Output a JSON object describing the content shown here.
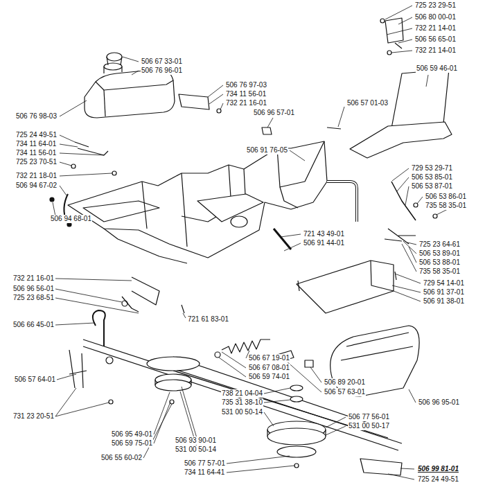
{
  "diagram": {
    "labels": [
      "725 23 29-51",
      "506 80 00-01",
      "732 21 14-01",
      "506 56 65-01",
      "732 21 14-01",
      "506 67 33-01",
      "506 76 96-01",
      "506 76 97-03",
      "734 11 56-01",
      "732 21 16-01",
      "506 59 46-01",
      "506 57 01-03",
      "506 76 98-03",
      "506 96 57-01",
      "725 24 49-51",
      "734 11 64-01",
      "734 11 56-01",
      "725 23 70-51",
      "506 91 76-05",
      "732 21 18-01",
      "506 94 67-02",
      "729 53 29-71",
      "506 53 85-01",
      "506 53 87-01",
      "506 53 86-01",
      "735 58 35-01",
      "506 94 68-01",
      "721 43 49-01",
      "506 91 44-01",
      "725 23 64-61",
      "506 53 89-01",
      "506 53 88-01",
      "735 58 35-01",
      "732 21 16-01",
      "506 96 56-01",
      "725 23 68-51",
      "729 54 14-01",
      "506 91 37-01",
      "506 91 38-01",
      "721 61 83-01",
      "506 66 45-01",
      "506 67 19-01",
      "506 67 08-01",
      "506 59 74-01",
      "506 57 64-01",
      "506 89 20-01",
      "506 57 63-01",
      "738 21 04-04",
      "735 31 38-10",
      "506 96 95-01",
      "531 00 50-14",
      "731 23 20-51",
      "506 77 56-01",
      "531 00 50-17",
      "506 95 49-01",
      "506 59 75-01",
      "506 55 60-02",
      "506 93 90-01",
      "531 00 50-14",
      "506 77 57-01",
      "734 11 64-41",
      "506 99 81-01",
      "725 24 49-51"
    ]
  }
}
